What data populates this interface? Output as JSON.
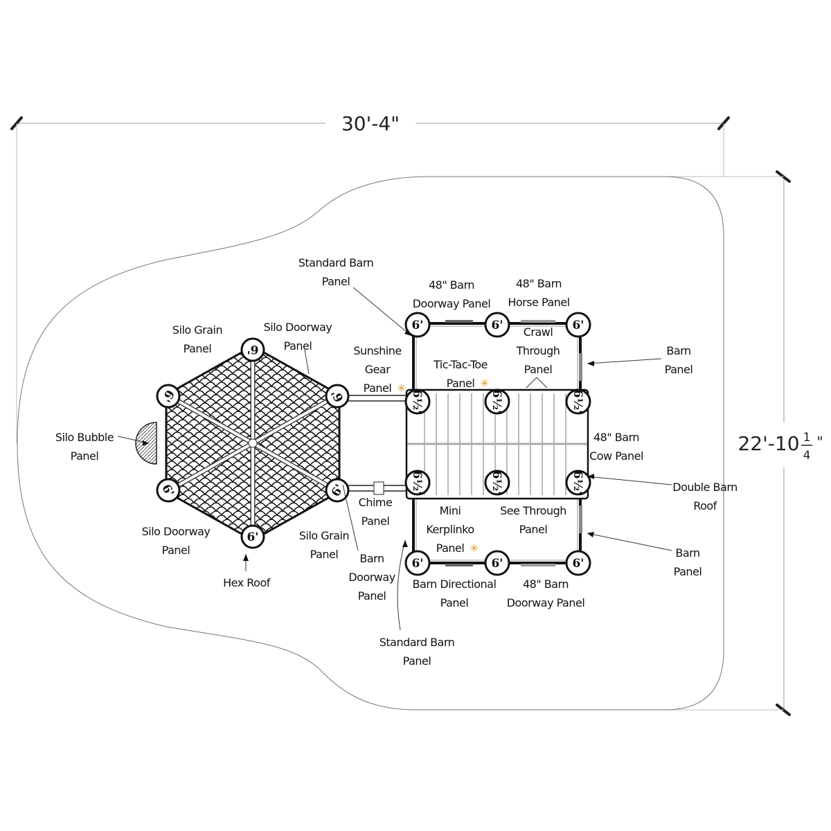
{
  "dimensions": {
    "width": "30'-4\"",
    "depth_main": "22'-10",
    "depth_frac_num": "1",
    "depth_frac_den": "4",
    "depth_inch": "\""
  },
  "posts": {
    "corner": "6'",
    "middle": "6½'",
    "hex": "6'"
  },
  "labels": [
    {
      "id": "standard-barn-panel-top",
      "lines": [
        "Standard Barn",
        "Panel"
      ]
    },
    {
      "id": "barn-doorway-48-top",
      "lines": [
        "48\" Barn",
        "Doorway Panel"
      ]
    },
    {
      "id": "barn-horse-48",
      "lines": [
        "48\" Barn",
        "Horse Panel"
      ]
    },
    {
      "id": "silo-grain-top",
      "lines": [
        "Silo Grain",
        "Panel"
      ]
    },
    {
      "id": "silo-doorway-top",
      "lines": [
        "Silo Doorway",
        "Panel"
      ]
    },
    {
      "id": "sunshine-gear",
      "lines": [
        "Sunshine",
        "Gear",
        "Panel"
      ]
    },
    {
      "id": "tic-tac-toe",
      "lines": [
        "Tic-Tac-Toe",
        "Panel"
      ]
    },
    {
      "id": "crawl-through",
      "lines": [
        "Crawl",
        "Through",
        "Panel"
      ]
    },
    {
      "id": "barn-panel-right-top",
      "lines": [
        "Barn",
        "Panel"
      ]
    },
    {
      "id": "silo-bubble",
      "lines": [
        "Silo Bubble",
        "Panel"
      ]
    },
    {
      "id": "barn-cow-48",
      "lines": [
        "48\" Barn",
        "Cow Panel"
      ]
    },
    {
      "id": "double-barn-roof",
      "lines": [
        "Double Barn",
        "Roof"
      ]
    },
    {
      "id": "chime",
      "lines": [
        "Chime",
        "Panel"
      ]
    },
    {
      "id": "mini-kerplinko",
      "lines": [
        "Mini",
        "Kerplinko",
        "Panel"
      ]
    },
    {
      "id": "see-through",
      "lines": [
        "See Through",
        "Panel"
      ]
    },
    {
      "id": "silo-doorway-bottom",
      "lines": [
        "Silo Doorway",
        "Panel"
      ]
    },
    {
      "id": "silo-grain-bottom",
      "lines": [
        "Silo Grain",
        "Panel"
      ]
    },
    {
      "id": "barn-doorway",
      "lines": [
        "Barn",
        "Doorway",
        "Panel"
      ]
    },
    {
      "id": "barn-panel-right-bottom",
      "lines": [
        "Barn",
        "Panel"
      ]
    },
    {
      "id": "hex-roof",
      "lines": [
        "Hex Roof"
      ]
    },
    {
      "id": "barn-directional",
      "lines": [
        "Barn Directional",
        "Panel"
      ]
    },
    {
      "id": "barn-doorway-48-bottom",
      "lines": [
        "48\" Barn",
        "Doorway Panel"
      ]
    },
    {
      "id": "standard-barn-panel-bottom",
      "lines": [
        "Standard Barn",
        "Panel"
      ]
    }
  ],
  "colors": {
    "line": "#222222",
    "accent_star": "#d8a030"
  }
}
